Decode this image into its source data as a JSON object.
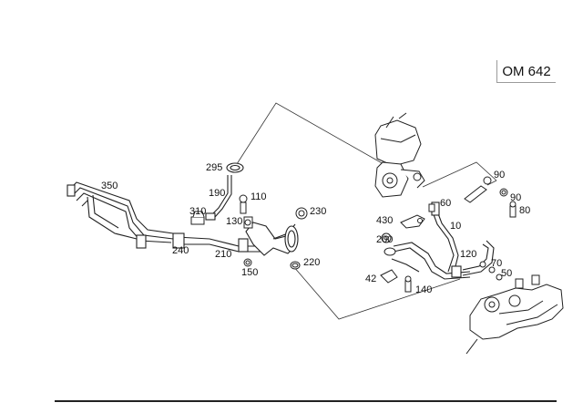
{
  "header": {
    "model_label": "OM 642"
  },
  "callouts": [
    {
      "id": "350",
      "text": "350"
    },
    {
      "id": "295",
      "text": "295"
    },
    {
      "id": "190",
      "text": "190"
    },
    {
      "id": "110",
      "text": "110"
    },
    {
      "id": "310",
      "text": "310"
    },
    {
      "id": "130",
      "text": "130"
    },
    {
      "id": "230",
      "text": "230"
    },
    {
      "id": "240",
      "text": "240"
    },
    {
      "id": "210",
      "text": "210"
    },
    {
      "id": "220",
      "text": "220"
    },
    {
      "id": "150",
      "text": "150"
    },
    {
      "id": "90a",
      "text": "90"
    },
    {
      "id": "90b",
      "text": "90"
    },
    {
      "id": "80",
      "text": "80"
    },
    {
      "id": "60",
      "text": "60"
    },
    {
      "id": "430",
      "text": "430"
    },
    {
      "id": "10",
      "text": "10"
    },
    {
      "id": "200",
      "text": "200"
    },
    {
      "id": "120",
      "text": "120"
    },
    {
      "id": "70",
      "text": "70"
    },
    {
      "id": "50",
      "text": "50"
    },
    {
      "id": "42",
      "text": "42"
    },
    {
      "id": "140",
      "text": "140"
    }
  ]
}
